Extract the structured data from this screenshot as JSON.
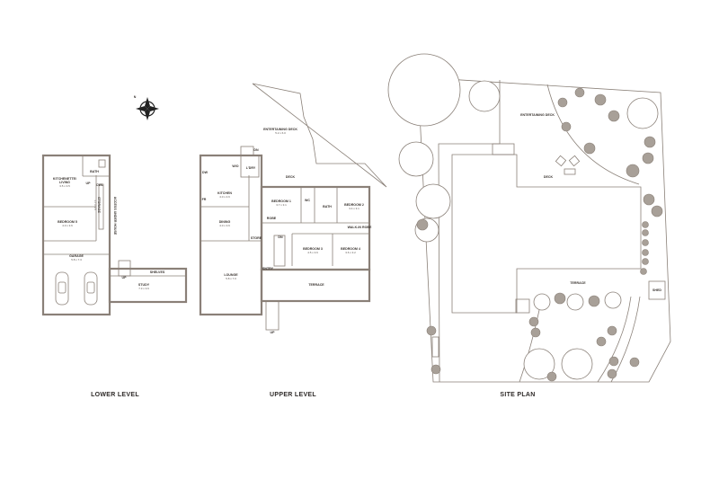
{
  "compass": {
    "north_label": "N"
  },
  "lower_level": {
    "title": "LOWER LEVEL",
    "rooms": [
      {
        "name": "KITCHENETTE/",
        "name2": "LIVING",
        "dims": "3.5 x 3.5"
      },
      {
        "name": "BEDROOM 5",
        "dims": "4.0 x 3.6"
      },
      {
        "name": "GARAGE",
        "dims": "5.8 x 7.3"
      },
      {
        "name": "STUDY",
        "dims": "7.3 x 3.6"
      },
      {
        "name": "BATH"
      },
      {
        "name": "STORAGE",
        "dims": "1.7 x 3.5"
      },
      {
        "name": "SHELVES"
      }
    ],
    "labels": {
      "access": "ACCESS UNDER HOUSE",
      "up1": "UP",
      "up2": "UP",
      "cwl": "CWL"
    }
  },
  "upper_level": {
    "title": "UPPER LEVEL",
    "rooms": [
      {
        "name": "ENTERTAINING DECK",
        "dims": "5.2 x 6.0"
      },
      {
        "name": "DECK"
      },
      {
        "name": "L'DRY"
      },
      {
        "name": "KITCHEN",
        "dims": "4.0 x 4.6"
      },
      {
        "name": "DINING",
        "dims": "4.0 x 3.6"
      },
      {
        "name": "LOUNGE",
        "dims": "5.8 x 7.0"
      },
      {
        "name": "BEDROOM 1",
        "dims": "3.7 x 3.1"
      },
      {
        "name": "BEDROOM 2",
        "dims": "3.4 x 3.1"
      },
      {
        "name": "BEDROOM 3",
        "dims": "4.5 x 3.6"
      },
      {
        "name": "BEDROOM 4",
        "dims": "3.6 x 3.2"
      },
      {
        "name": "BATH"
      },
      {
        "name": "WC"
      },
      {
        "name": "ROBE"
      },
      {
        "name": "STORE"
      },
      {
        "name": "ENTRY"
      },
      {
        "name": "TERRACE"
      },
      {
        "name": "WALK-IN ROBE"
      }
    ],
    "labels": {
      "dn1": "DN",
      "dn2": "DN",
      "up": "UP",
      "dw": "DW",
      "fr": "FR",
      "wo": "W/O"
    }
  },
  "site_plan": {
    "title": "SITE PLAN",
    "labels": {
      "entertaining_deck": "ENTERTAINING DECK",
      "deck": "DECK",
      "terrace": "TERRACE",
      "shed": "SHED"
    }
  }
}
